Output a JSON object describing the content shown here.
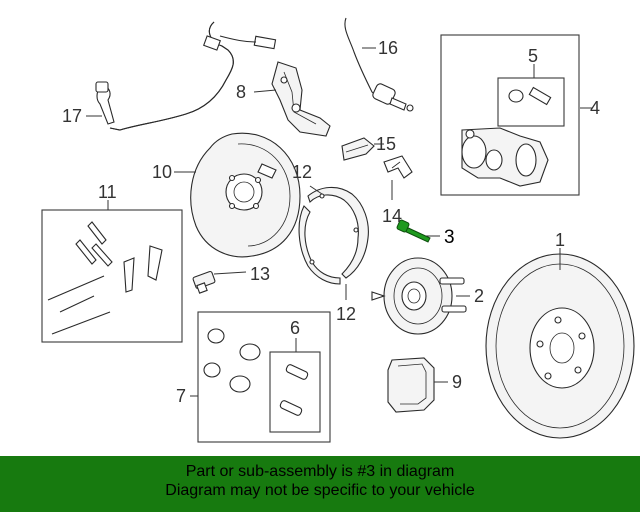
{
  "callouts": {
    "c1": "1",
    "c2": "2",
    "c3": "3",
    "c4": "4",
    "c5": "5",
    "c6": "6",
    "c7": "7",
    "c8": "8",
    "c9": "9",
    "c10": "10",
    "c11": "11",
    "c12a": "12",
    "c12b": "12",
    "c13": "13",
    "c14": "14",
    "c15": "15",
    "c16": "16",
    "c17": "17"
  },
  "colors": {
    "highlight": "#1e9a1e",
    "banner": "#177a0f"
  },
  "banner": {
    "line1": "Part or sub-assembly is #3 in diagram",
    "line2": "Diagram may not be specific to your vehicle"
  }
}
